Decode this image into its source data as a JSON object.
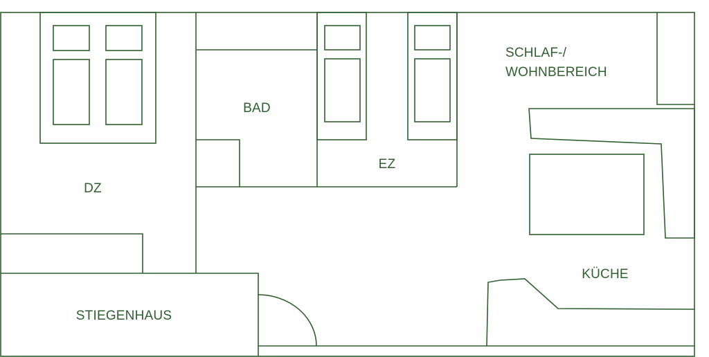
{
  "plan": {
    "line_color": "#2f5f2f",
    "background": "#ffffff",
    "rooms": {
      "schlaf_line1": "SCHLAF-/",
      "schlaf_line2": "WOHNBEREICH",
      "bad": "BAD",
      "ez": "EZ",
      "dz": "DZ",
      "kueche": "KÜCHE",
      "stiegenhaus": "STIEGENHAUS"
    },
    "furniture": [
      "bed-double",
      "bed-single",
      "bed-single",
      "kitchen-counter",
      "kitchen-island",
      "bench",
      "bath-fixture"
    ],
    "doors": [
      "entrance-door"
    ]
  }
}
